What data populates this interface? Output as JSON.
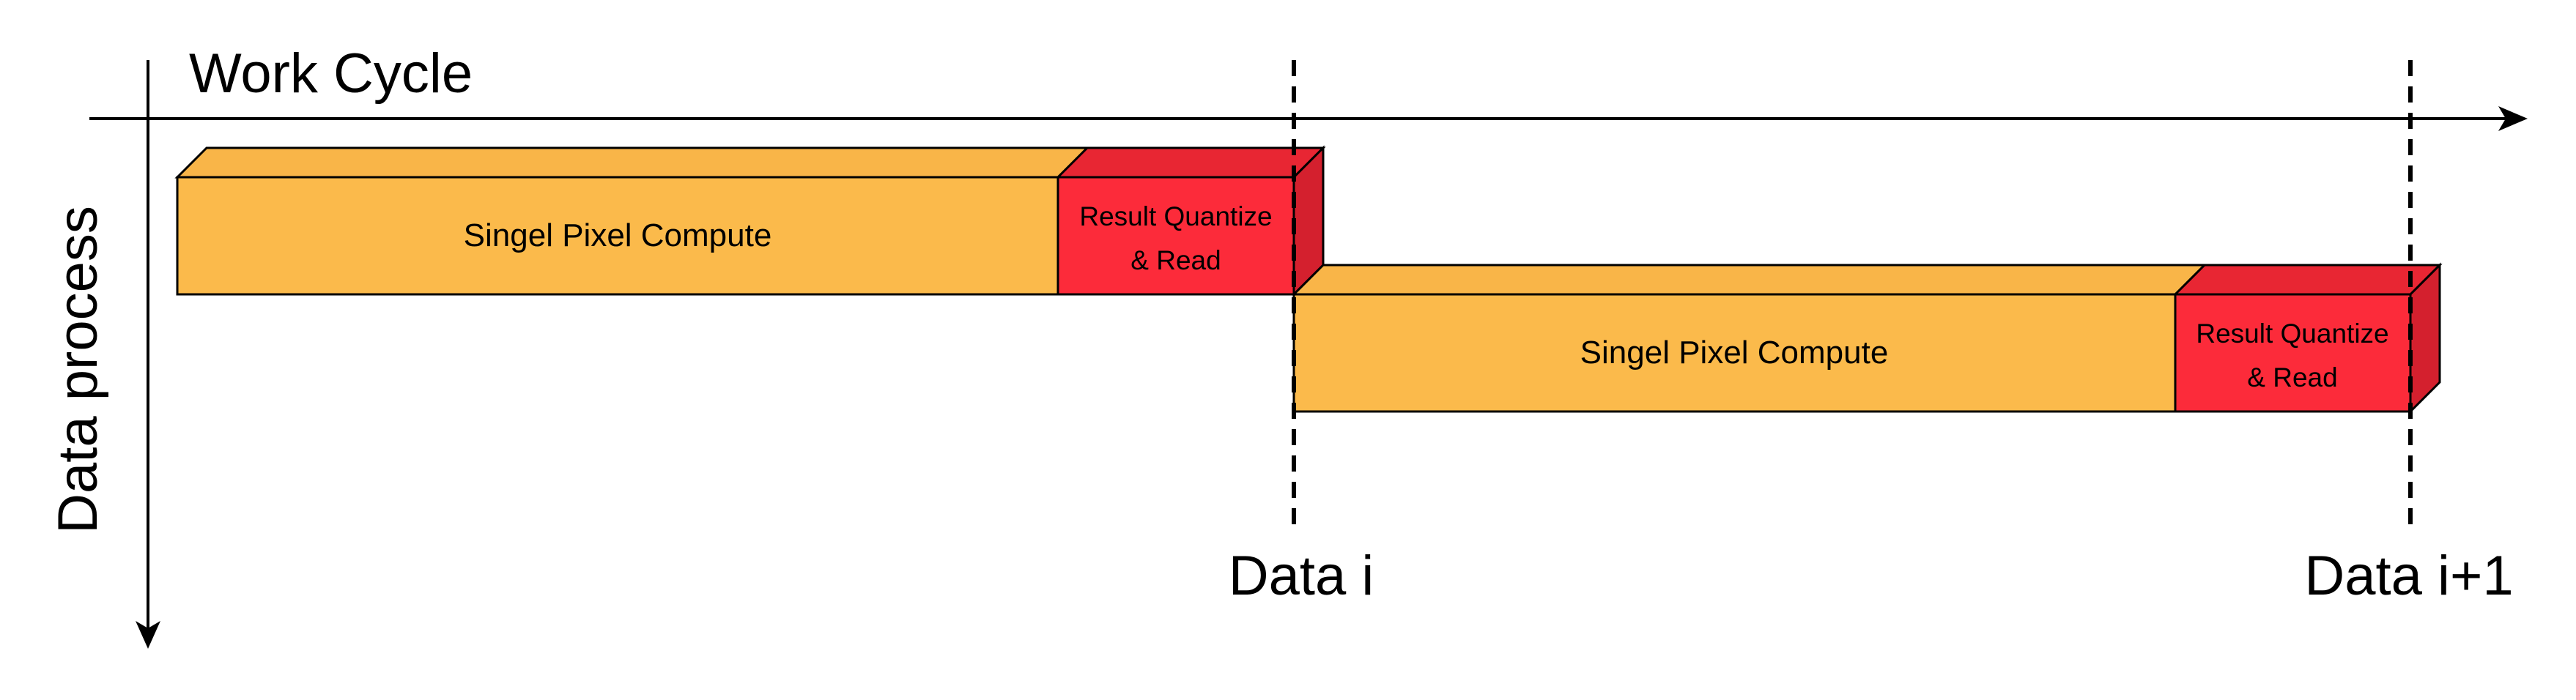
{
  "axes": {
    "x_label": "Work Cycle",
    "y_label": "Data process"
  },
  "bars": [
    {
      "compute_label": "Singel Pixel Compute",
      "quantize_label_line1": "Result Quantize",
      "quantize_label_line2": "& Read"
    },
    {
      "compute_label": "Singel Pixel Compute",
      "quantize_label_line1": "Result Quantize",
      "quantize_label_line2": "& Read"
    }
  ],
  "markers": [
    {
      "label": "Data i"
    },
    {
      "label": "Data i+1"
    }
  ],
  "colors": {
    "compute_front": "#FBBA4B",
    "compute_top": "#F9B548",
    "quantize_front": "#FC2B3A",
    "quantize_top": "#E82633",
    "quantize_side": "#D4202E",
    "stroke": "#000000"
  }
}
